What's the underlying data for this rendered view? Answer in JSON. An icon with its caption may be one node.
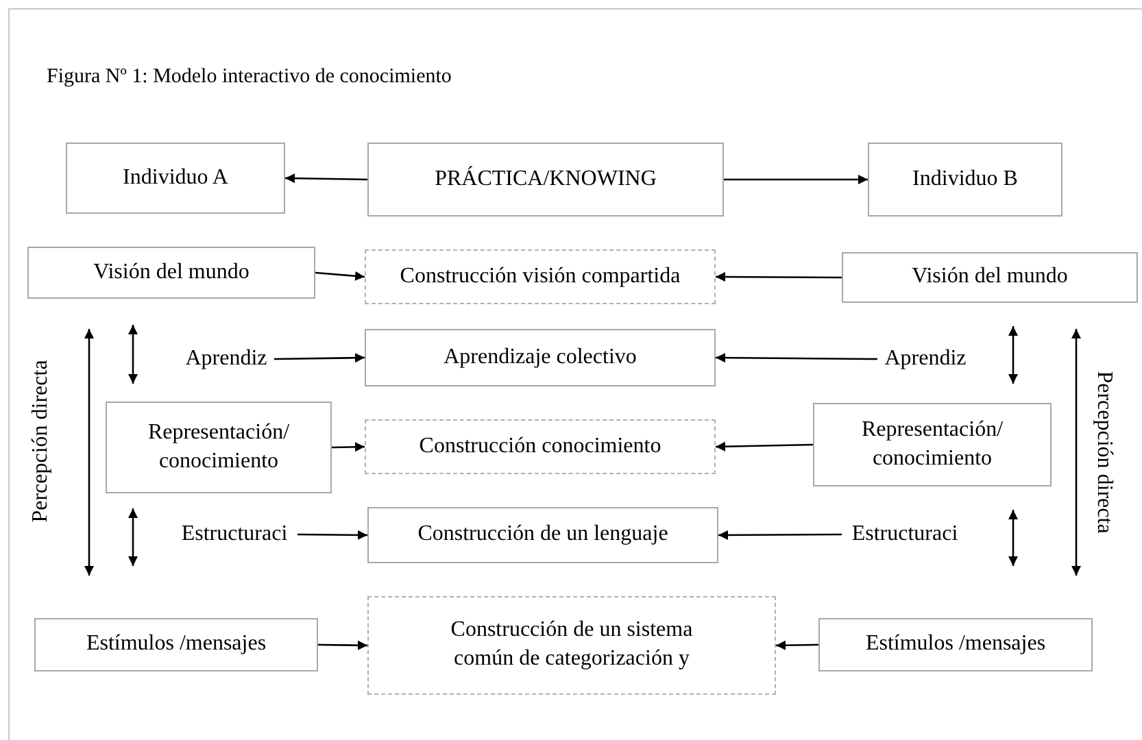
{
  "diagram": {
    "title": "Figura Nº 1: Modelo interactivo de conocimiento",
    "nodes": [
      {
        "text": [
          "Individuo A"
        ]
      },
      {
        "text": [
          "PRÁCTICA/KNOWING"
        ]
      },
      {
        "text": [
          "Individuo B"
        ]
      },
      {
        "text": [
          "Visión del mundo"
        ]
      },
      {
        "text": [
          "Construcción visión compartida"
        ]
      },
      {
        "text": [
          "Visión del mundo"
        ]
      },
      {
        "text": [
          "Aprendiz"
        ]
      },
      {
        "text": [
          "Aprendizaje colectivo"
        ]
      },
      {
        "text": [
          "Aprendiz"
        ]
      },
      {
        "text": [
          "Representación/ conocimiento"
        ]
      },
      {
        "text": [
          "Construcción conocimiento"
        ]
      },
      {
        "text": [
          "Representación/ conocimiento"
        ]
      },
      {
        "text": [
          "Estructuraci"
        ]
      },
      {
        "text": [
          "Construcción de un lenguaje"
        ]
      },
      {
        "text": [
          "Estructuraci"
        ]
      },
      {
        "text": [
          "Estímulos /mensajes"
        ]
      },
      {
        "text": [
          "Construcción de un sistema común de categorización y"
        ]
      },
      {
        "text": [
          "Estímulos /mensajes"
        ]
      }
    ],
    "edges": [
      {
        "from": 1,
        "to": 0,
        "arrow": "to"
      },
      {
        "from": 1,
        "to": 2,
        "arrow": "to"
      },
      {
        "from": 3,
        "to": 4,
        "arrow": "to"
      },
      {
        "from": 5,
        "to": 4,
        "arrow": "to"
      },
      {
        "from": 6,
        "to": 7,
        "arrow": "to"
      },
      {
        "from": 8,
        "to": 7,
        "arrow": "to"
      },
      {
        "from": 9,
        "to": 10,
        "arrow": "to"
      },
      {
        "from": 11,
        "to": 10,
        "arrow": "to"
      },
      {
        "from": 12,
        "to": 13,
        "arrow": "to"
      },
      {
        "from": 14,
        "to": 13,
        "arrow": "to"
      },
      {
        "from": 15,
        "to": 16,
        "arrow": "to"
      },
      {
        "from": 17,
        "to": 16,
        "arrow": "to"
      },
      {
        "from": 3,
        "to": 9,
        "arrow": "both"
      },
      {
        "from": 5,
        "to": 11,
        "arrow": "both"
      }
    ],
    "labels": [
      "Percepción directa",
      "Percepción directa"
    ]
  }
}
